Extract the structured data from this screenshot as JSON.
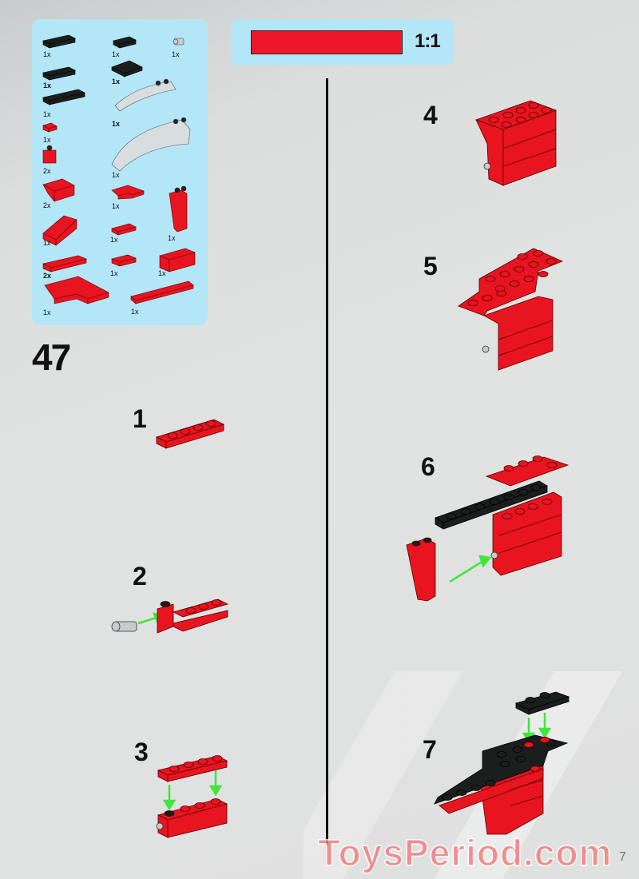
{
  "document": {
    "type": "building instructions page",
    "page_step_number": "47",
    "page_number": "7",
    "watermark": "ToysPeriod.com"
  },
  "parts_callout": {
    "background_color": "#b3e6f7",
    "parts": [
      {
        "id": "p1",
        "description": "black plate 1x3",
        "color": "#1a1f1e",
        "qty": "1x"
      },
      {
        "id": "p2",
        "description": "black plate 1x2",
        "color": "#1a1f1e",
        "qty": "1x"
      },
      {
        "id": "p3",
        "description": "light gray pin",
        "color": "#c8cccc",
        "qty": "1x"
      },
      {
        "id": "p4",
        "description": "black plate 1x3",
        "color": "#1a1f1e",
        "qty": "1x"
      },
      {
        "id": "p5",
        "description": "black plate 2x2",
        "color": "#1a1f1e",
        "qty": "1x"
      },
      {
        "id": "p6",
        "description": "black plate 1x4",
        "color": "#1a1f1e",
        "qty": "1x"
      },
      {
        "id": "p7",
        "description": "trans-clear curved slope",
        "color": "#d8dde0",
        "qty": "1x"
      },
      {
        "id": "p8",
        "description": "red tile 1x1",
        "color": "#e8141f",
        "qty": "1x"
      },
      {
        "id": "p9",
        "description": "trans-clear long curved slope",
        "color": "#d8dde0",
        "qty": "1x"
      },
      {
        "id": "p10",
        "description": "red brick 1x1 with hole",
        "color": "#e8141f",
        "qty": "2x"
      },
      {
        "id": "p11",
        "description": "red slope 2x2",
        "color": "#e8141f",
        "qty": "2x"
      },
      {
        "id": "p12",
        "description": "red plate 2x2 corner",
        "color": "#e8141f",
        "qty": "1x"
      },
      {
        "id": "p13",
        "description": "red slope brick 1x2x3",
        "color": "#e8141f",
        "qty": "1x"
      },
      {
        "id": "p14",
        "description": "red slope 1x3",
        "color": "#e8141f",
        "qty": "1x"
      },
      {
        "id": "p15",
        "description": "red tile 1x2",
        "color": "#e8141f",
        "qty": "1x"
      },
      {
        "id": "p16",
        "description": "red plate 1x4",
        "color": "#e8141f",
        "qty": "2x"
      },
      {
        "id": "p17",
        "description": "red plate 1x2",
        "color": "#e8141f",
        "qty": "1x"
      },
      {
        "id": "p18",
        "description": "red brick 1x3",
        "color": "#e8141f",
        "qty": "1x"
      },
      {
        "id": "p19",
        "description": "red plate 4x4 L",
        "color": "#e8141f",
        "qty": "1x"
      },
      {
        "id": "p20",
        "description": "red tile 1x6",
        "color": "#e8141f",
        "qty": "1x"
      }
    ]
  },
  "scale_indicator": {
    "label": "1:1",
    "bar_color": "#f0162a"
  },
  "steps": [
    {
      "number": "1",
      "description": "red plate 1x4"
    },
    {
      "number": "2",
      "description": "pin inserted into red plate with brick"
    },
    {
      "number": "3",
      "description": "red plate 1x4 placed onto bricks"
    },
    {
      "number": "4",
      "description": "red brick assembly with pin"
    },
    {
      "number": "5",
      "description": "red L plate added on top"
    },
    {
      "number": "6",
      "description": "black plate and red slope brick added"
    },
    {
      "number": "7",
      "description": "black plate 1x2 with clip added"
    }
  ],
  "colors": {
    "red": "#e8141f",
    "black": "#1a1f1e",
    "arrow_green": "#3ee83a",
    "background": "#e0e1e1"
  }
}
